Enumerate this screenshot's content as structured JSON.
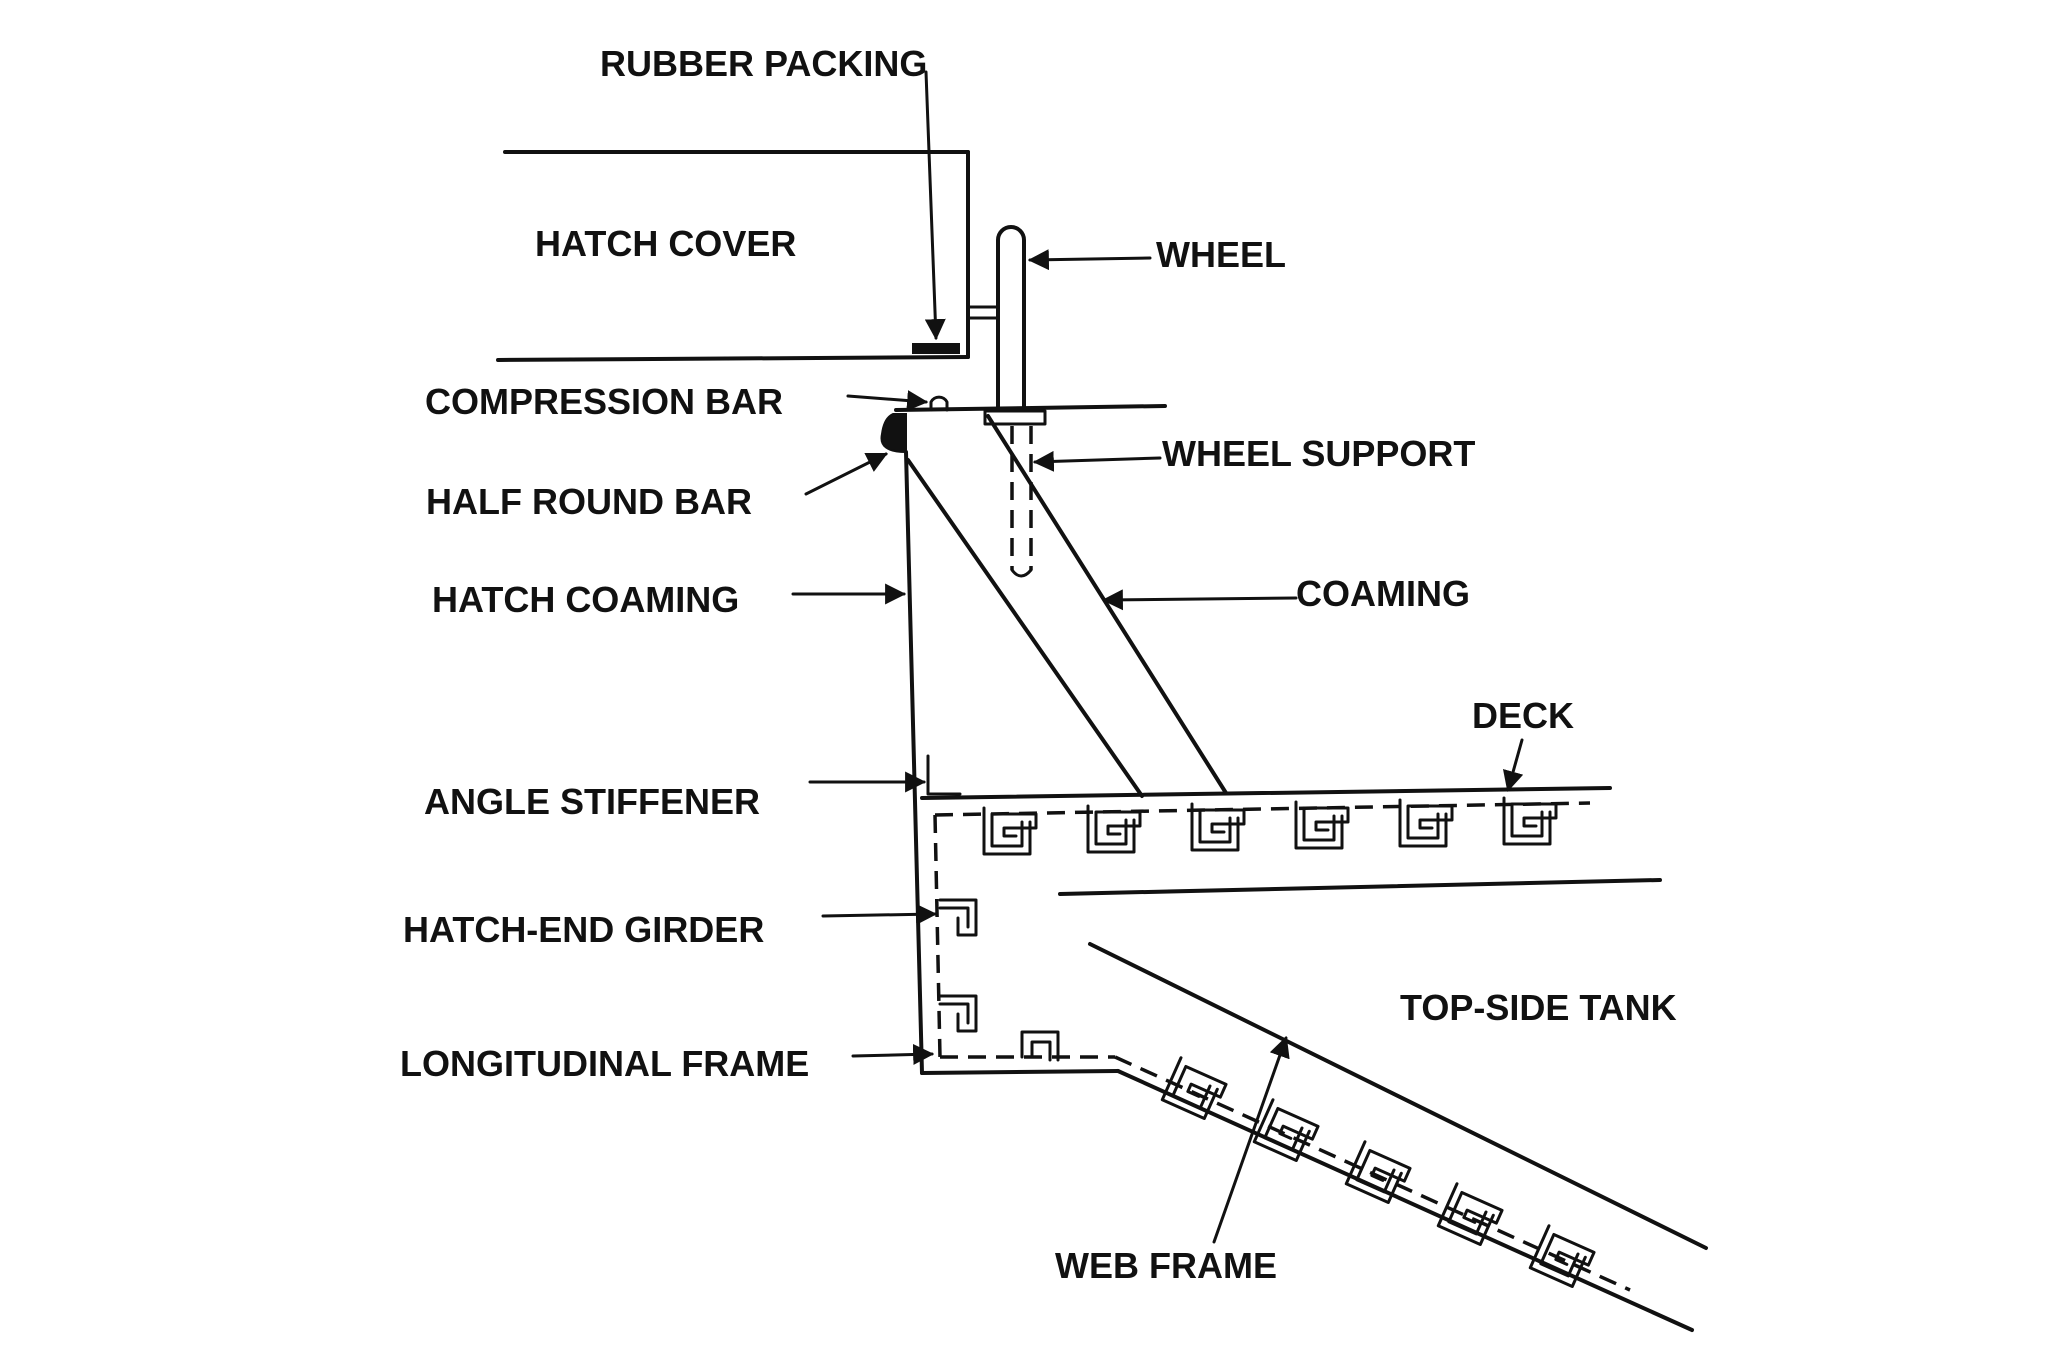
{
  "diagram": {
    "labels": {
      "rubber_packing": "RUBBER PACKING",
      "hatch_cover": "HATCH COVER",
      "wheel": "WHEEL",
      "compression_bar": "COMPRESSION BAR",
      "half_round_bar": "HALF ROUND BAR",
      "wheel_support": "WHEEL SUPPORT",
      "hatch_coaming": "HATCH COAMING",
      "coaming": "COAMING",
      "deck": "DECK",
      "angle_stiffener": "ANGLE STIFFENER",
      "hatch_end_girder": "HATCH-END GIRDER",
      "top_side_tank": "TOP-SIDE TANK",
      "longitudinal_frame": "LONGITUDINAL FRAME",
      "web_frame": "WEB FRAME"
    },
    "colors": {
      "ink": "#111111",
      "paper": "#ffffff"
    }
  }
}
